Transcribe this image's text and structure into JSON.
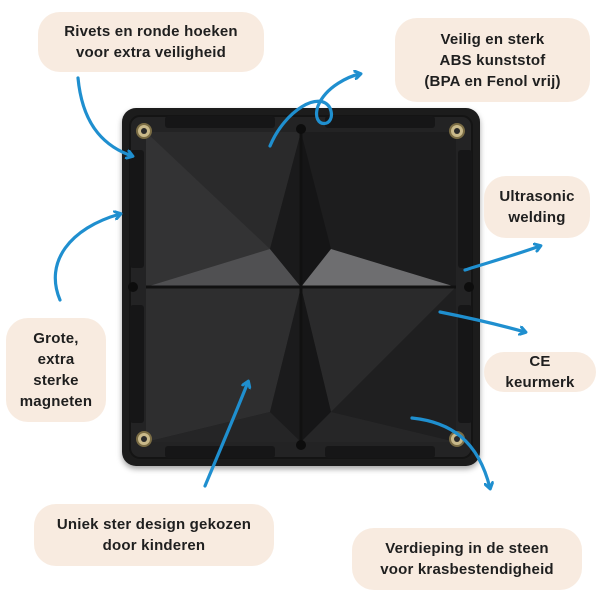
{
  "labels": {
    "rivets": {
      "lines": [
        "Rivets en ronde hoeken",
        "voor extra veiligheid"
      ]
    },
    "abs": {
      "lines": [
        "Veilig en sterk",
        "ABS kunststof",
        "(BPA en Fenol vrij)"
      ]
    },
    "ultrasonic": {
      "lines": [
        "Ultrasonic",
        "welding"
      ]
    },
    "magnets": {
      "lines": [
        "Grote,",
        "extra",
        "sterke",
        "magneten"
      ]
    },
    "ce": {
      "lines": [
        "CE keurmerk"
      ]
    },
    "star": {
      "lines": [
        "Uniek ster design gekozen",
        "door kinderen"
      ]
    },
    "depth": {
      "lines": [
        "Verdieping in de steen",
        "voor krasbestendigheid"
      ]
    }
  },
  "colors": {
    "bubble": "#f8ebe0",
    "arrow": "#1f8fcf",
    "tile": "#1c1c1d",
    "text": "#1f1f1f"
  },
  "icons": [
    "arrow-icon",
    "rivet-icon"
  ]
}
